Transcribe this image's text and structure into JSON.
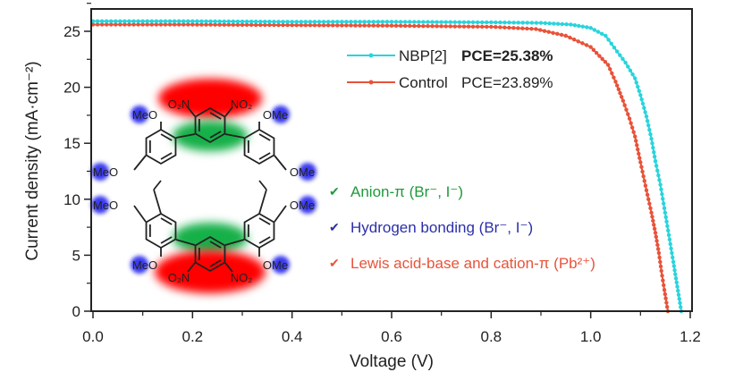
{
  "chart_data": {
    "type": "line",
    "xlabel": "Voltage (V)",
    "ylabel": "Current density (mA·cm⁻²)",
    "xlim": [
      0.0,
      1.2
    ],
    "ylim": [
      0,
      26.5
    ],
    "xticks": [
      "0.0",
      "0.2",
      "0.4",
      "0.6",
      "0.8",
      "1.0",
      "1.2"
    ],
    "xtick_values": [
      0,
      0.2,
      0.4,
      0.6,
      0.8,
      1.0,
      1.2
    ],
    "yticks": [
      "0",
      "5",
      "10",
      "15",
      "20",
      "25"
    ],
    "ytick_values": [
      0,
      5,
      10,
      15,
      20,
      25
    ],
    "legend_position": "top-right",
    "series": [
      {
        "name": "NBP[2]",
        "pce": "PCE=25.38%",
        "color": "#2ad4dc",
        "x": [
          0.0,
          0.2,
          0.4,
          0.6,
          0.8,
          0.9,
          0.96,
          1.0,
          1.03,
          1.053,
          1.07,
          1.089,
          1.1,
          1.112,
          1.122,
          1.13,
          1.14,
          1.148,
          1.157,
          1.166,
          1.174,
          1.182
        ],
        "y": [
          25.9,
          25.9,
          25.85,
          25.85,
          25.8,
          25.75,
          25.6,
          25.3,
          24.6,
          23.2,
          22.2,
          20.8,
          19.3,
          17.4,
          15.4,
          13.4,
          11.3,
          9.2,
          6.8,
          4.4,
          2.2,
          0
        ]
      },
      {
        "name": "Control",
        "pce": "PCE=23.89%",
        "color": "#e8533a",
        "x": [
          0.0,
          0.2,
          0.4,
          0.6,
          0.8,
          0.89,
          0.95,
          1.0,
          1.035,
          1.05,
          1.065,
          1.078,
          1.089,
          1.1,
          1.112,
          1.122,
          1.13,
          1.137,
          1.142,
          1.148,
          1.155
        ],
        "y": [
          25.6,
          25.6,
          25.55,
          25.5,
          25.4,
          25.2,
          24.6,
          23.6,
          22.0,
          20.5,
          18.8,
          17.2,
          15.6,
          13.3,
          10.8,
          8.8,
          7.0,
          5.2,
          3.6,
          1.9,
          0
        ]
      }
    ]
  },
  "inset": {
    "labels": {
      "meo": "MeO",
      "ome": "OMe",
      "o2n": "O₂N",
      "no2": "NO₂"
    },
    "annotations": [
      {
        "text": "Anion-π (Br⁻, I⁻)",
        "color": "#1f9a3c"
      },
      {
        "text": "Hydrogen bonding (Br⁻, I⁻)",
        "color": "#2b2fa8"
      },
      {
        "text": "Lewis acid-base and cation-π (Pb²⁺)",
        "color": "#e8533a"
      }
    ],
    "check_glyph": "✔"
  }
}
